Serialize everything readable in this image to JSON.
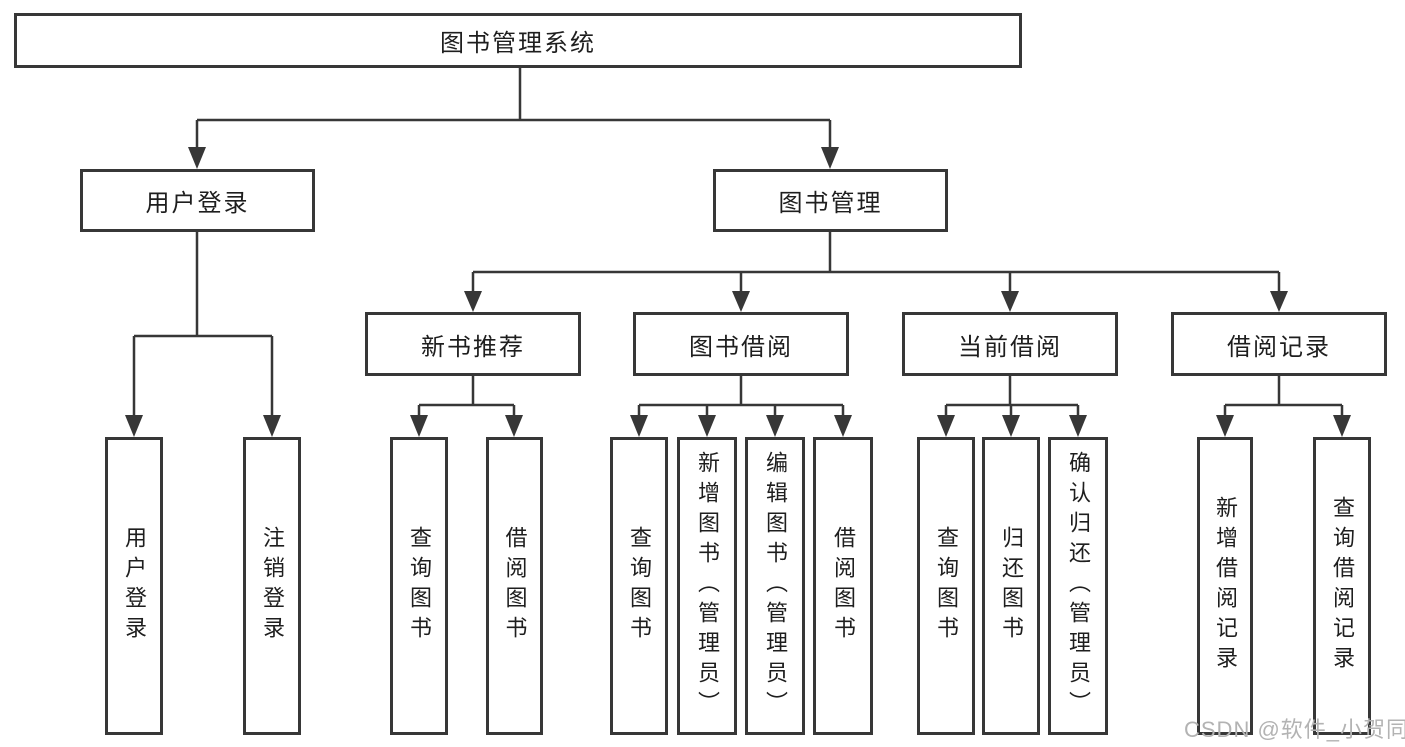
{
  "diagram": {
    "root": "图书管理系统",
    "level2": [
      {
        "label": "用户登录",
        "children": [
          "用户登录",
          "注销登录"
        ]
      },
      {
        "label": "图书管理"
      }
    ],
    "level3": [
      {
        "label": "新书推荐",
        "children": [
          "查询图书",
          "借阅图书"
        ]
      },
      {
        "label": "图书借阅",
        "children": [
          "查询图书",
          "新增图书（管理员）",
          "编辑图书（管理员）",
          "借阅图书"
        ]
      },
      {
        "label": "当前借阅",
        "children": [
          "查询图书",
          "归还图书",
          "确认归还（管理员）"
        ]
      },
      {
        "label": "借阅记录",
        "children": [
          "新增借阅记录",
          "查询借阅记录"
        ]
      }
    ]
  },
  "watermark": "CSDN @软件_小贺同学",
  "colors": {
    "line": "#373737",
    "text": "#1e1e1e",
    "watermark": "#b3b3b3",
    "background": "#ffffff"
  }
}
